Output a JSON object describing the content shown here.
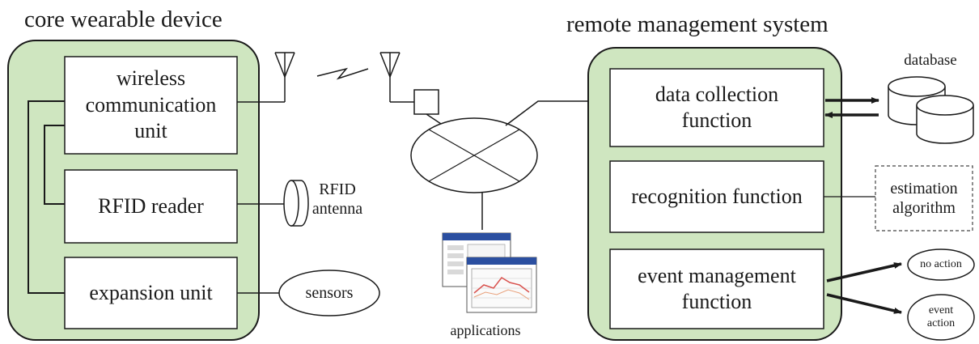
{
  "groups": {
    "device_title": "core wearable device",
    "remote_title": "remote management system"
  },
  "device_units": {
    "wireless": "wireless\ncommunication\nunit",
    "rfid_reader": "RFID reader",
    "expansion": "expansion unit"
  },
  "peripherals": {
    "rfid_antenna": "RFID\nantenna",
    "sensors": "sensors",
    "applications": "applications"
  },
  "functions": {
    "data_collection": "data collection\nfunction",
    "recognition": "recognition function",
    "event_management": "event management\nfunction"
  },
  "side_items": {
    "database": "database",
    "estimation": "estimation\nalgorithm",
    "no_action": "no action",
    "event_action": "event\naction"
  },
  "colors": {
    "group_fill": "#cfe6c0",
    "stroke": "#1a1a1a",
    "box_fill": "#ffffff"
  }
}
